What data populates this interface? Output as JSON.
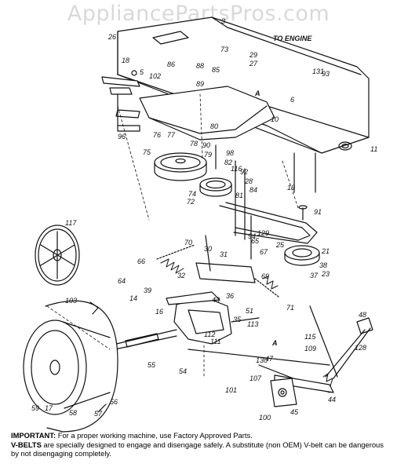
{
  "watermark": "AppliancePartsPros.com",
  "labels": {
    "to_engine": "TO ENGINE",
    "callout_a": "A"
  },
  "part_numbers": [
    "3",
    "5",
    "6",
    "10",
    "11",
    "14",
    "16",
    "17",
    "18",
    "19",
    "21",
    "23",
    "25",
    "26",
    "27",
    "28",
    "29",
    "30",
    "31",
    "32",
    "35",
    "36",
    "37",
    "38",
    "39",
    "43",
    "44",
    "45",
    "47",
    "48",
    "51",
    "54",
    "55",
    "56",
    "57",
    "58",
    "59",
    "64",
    "65",
    "66",
    "67",
    "69",
    "70",
    "71",
    "72",
    "73",
    "74",
    "75",
    "76",
    "77",
    "78",
    "79",
    "80",
    "81",
    "82",
    "84",
    "85",
    "86",
    "88",
    "89",
    "90",
    "91",
    "92",
    "93",
    "94",
    "96",
    "98",
    "100",
    "101",
    "102",
    "103",
    "107",
    "109",
    "111",
    "112",
    "113",
    "115",
    "116",
    "117",
    "128",
    "129",
    "130",
    "131"
  ],
  "notes": {
    "important_label": "IMPORTANT:",
    "important_text": "For a proper working machine, use Factory Approved Parts.",
    "vbelts_label": "V-BELTS",
    "vbelts_text": "are specially designed to engage and disengage safely. A substitute (non OEM) V-belt can be dangerous by not disengaging completely."
  }
}
